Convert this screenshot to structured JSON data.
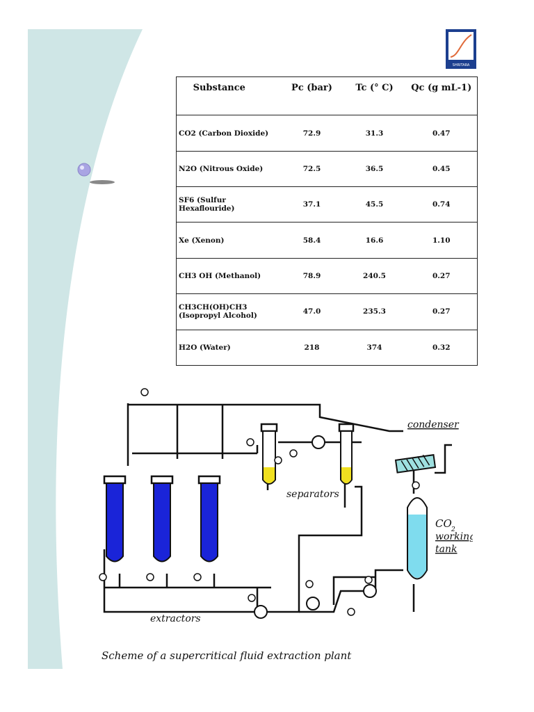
{
  "table": {
    "headers": [
      "Substance",
      "Pc (bar)",
      "Tc (° C)",
      "Qc (g mL-1)"
    ],
    "rows": [
      {
        "substance": "CO2 (Carbon Dioxide)",
        "pc": "72.9",
        "tc": "31.3",
        "qc": "0.47"
      },
      {
        "substance": "N2O  (Nitrous Oxide)",
        "pc": "72.5",
        "tc": "36.5",
        "qc": "0.45"
      },
      {
        "substance": "SF6 (Sulfur Hexaflouride)",
        "pc": "37.1",
        "tc": "45.5",
        "qc": "0.74"
      },
      {
        "substance": "Xe (Xenon)",
        "pc": "58.4",
        "tc": "16.6",
        "qc": "1.10"
      },
      {
        "substance": "CH3 OH (Methanol)",
        "pc": "78.9",
        "tc": "240.5",
        "qc": "0.27"
      },
      {
        "substance": "CH3CH(OH)CH3 (Isopropyl Alcohol)",
        "pc": "47.0",
        "tc": "235.3",
        "qc": "0.27"
      },
      {
        "substance": "H2O (Water)",
        "pc": "218",
        "tc": "374",
        "qc": "0.32"
      }
    ]
  },
  "diagram": {
    "labels": {
      "condenser": "condenser",
      "separators": "separators",
      "tank_co": "CO",
      "tank_sub": "2",
      "tank_working": "working",
      "tank_tank": "tank",
      "extractors": "extractors"
    },
    "caption": "Scheme of a supercritical fluid extraction plant"
  },
  "logo": {
    "text": "SHRITARA"
  },
  "colors": {
    "background_curve": "#cfe6e6",
    "extractor_fill": "#1a24d8",
    "separator_fill": "#f0e020",
    "tank_fill": "#7fdcee",
    "condenser_fill": "#9ee0e0",
    "logo_blue": "#1c3f8f",
    "logo_line": "#e06a3a"
  }
}
